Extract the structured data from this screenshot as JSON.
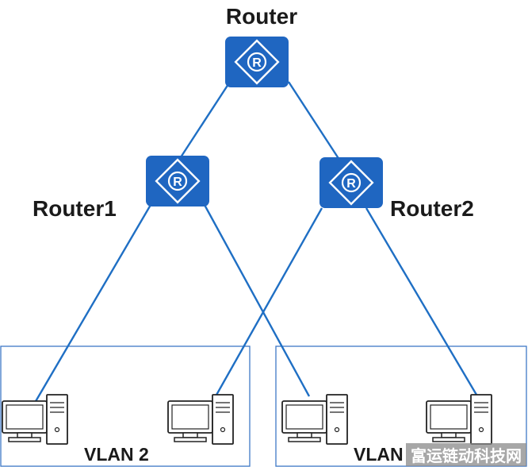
{
  "diagram": {
    "nodes": {
      "router": {
        "label": "Router",
        "icon": "router-icon"
      },
      "router1": {
        "label": "Router1",
        "icon": "router-icon"
      },
      "router2": {
        "label": "Router2",
        "icon": "router-icon"
      }
    },
    "groups": [
      {
        "label": "VLAN 2"
      },
      {
        "label": "VLAN"
      }
    ],
    "hosts": [
      {
        "icon": "computer-icon",
        "group": "VLAN 2",
        "connected_to": "Router1"
      },
      {
        "icon": "computer-icon",
        "group": "VLAN 2",
        "connected_to": "Router2"
      },
      {
        "icon": "computer-icon",
        "group": "VLAN",
        "connected_to": "Router1"
      },
      {
        "icon": "computer-icon",
        "group": "VLAN",
        "connected_to": "Router2"
      }
    ],
    "router_icon_glyph": "R",
    "colors": {
      "router_fill": "#1f66c1",
      "link": "#1f6fc4",
      "vlan_border": "#3f78c6",
      "computer_outline": "#222222"
    }
  },
  "watermark": {
    "text": "富运链动科技网"
  }
}
